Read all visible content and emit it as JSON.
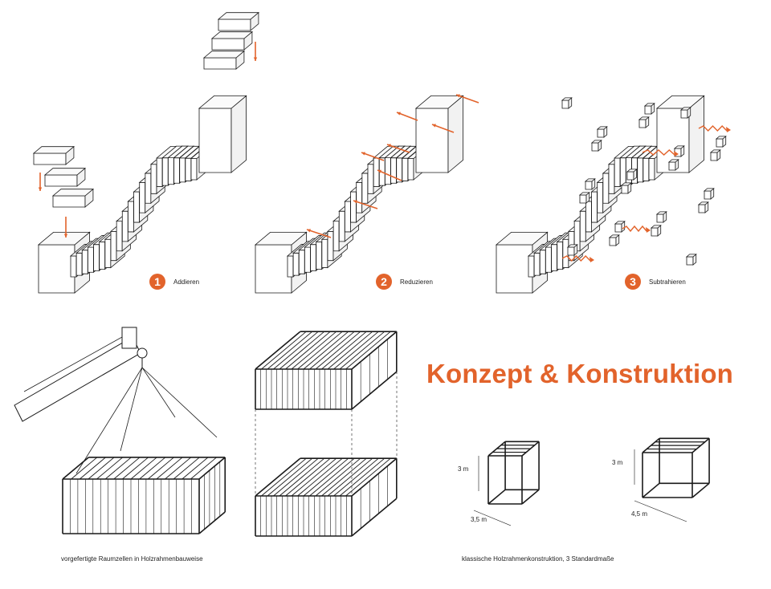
{
  "colors": {
    "accent": "#e2632b",
    "ink": "#1a1a1a"
  },
  "steps": [
    {
      "number": "1",
      "label": "Addieren"
    },
    {
      "number": "2",
      "label": "Reduzieren"
    },
    {
      "number": "3",
      "label": "Subtrahieren"
    }
  ],
  "title": "Konzept & Konstruktion",
  "captions": {
    "modules": "vorgefertigte Raumzellen in Holzrahmenbauweise",
    "frames": "klassische Holzrahmenkonstruktion, 3 Standardmaße"
  },
  "dimensions": {
    "frame_a": {
      "height": "3 m",
      "width": "3,5 m"
    },
    "frame_b": {
      "height": "3 m",
      "width": "4,5 m"
    }
  }
}
